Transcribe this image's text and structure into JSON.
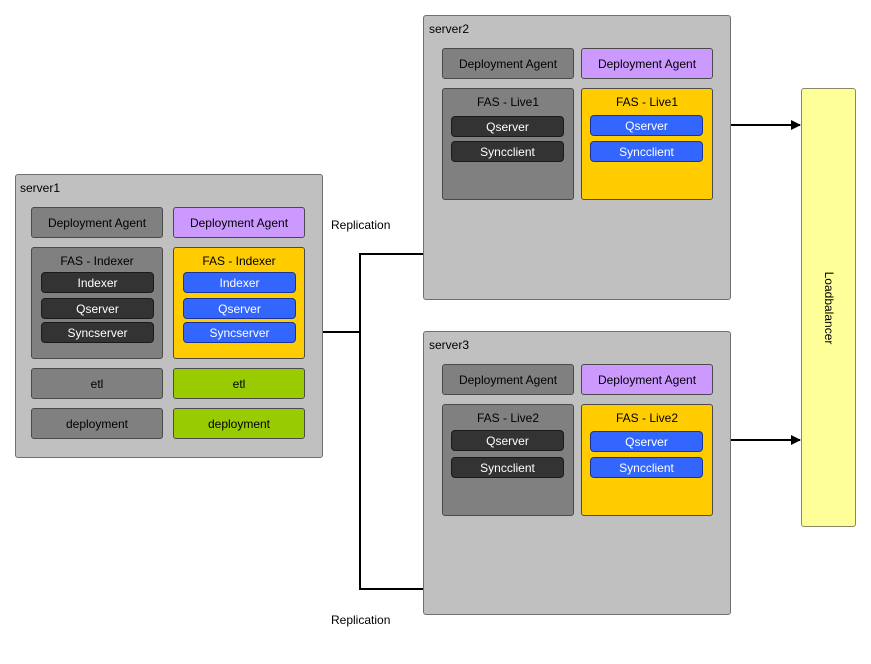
{
  "server1": {
    "label": "server1",
    "agent_left": "Deployment Agent",
    "agent_right": "Deployment Agent",
    "group_left": {
      "title": "FAS - Indexer",
      "items": [
        "Indexer",
        "Qserver",
        "Syncserver"
      ]
    },
    "group_right": {
      "title": "FAS - Indexer",
      "items": [
        "Indexer",
        "Qserver",
        "Syncserver"
      ]
    },
    "etl_left": "etl",
    "etl_right": "etl",
    "deploy_left": "deployment",
    "deploy_right": "deployment"
  },
  "server2": {
    "label": "server2",
    "agent_left": "Deployment Agent",
    "agent_right": "Deployment Agent",
    "group_left": {
      "title": "FAS - Live1",
      "items": [
        "Qserver",
        "Syncclient"
      ]
    },
    "group_right": {
      "title": "FAS - Live1",
      "items": [
        "Qserver",
        "Syncclient"
      ]
    }
  },
  "server3": {
    "label": "server3",
    "agent_left": "Deployment Agent",
    "agent_right": "Deployment Agent",
    "group_left": {
      "title": "FAS - Live2",
      "items": [
        "Qserver",
        "Syncclient"
      ]
    },
    "group_right": {
      "title": "FAS - Live2",
      "items": [
        "Qserver",
        "Syncclient"
      ]
    }
  },
  "loadbalancer": {
    "label": "Loadbalancer"
  },
  "replication_top": "Replication",
  "replication_bottom": "Replication",
  "colors": {
    "server_bg": "#c0c0c0",
    "grey": "#808080",
    "purple": "#cc99ff",
    "yellow": "#ffcc00",
    "blue": "#3366ff",
    "dark": "#333333",
    "green": "#99cc00",
    "loadbalancer": "#ffff99"
  }
}
